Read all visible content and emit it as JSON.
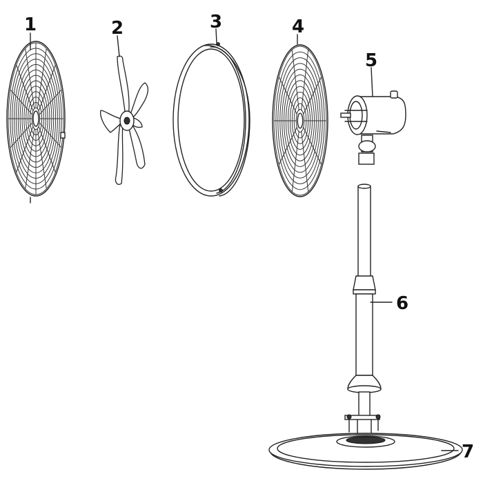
{
  "parts": [
    {
      "number": "1",
      "icon": "front-grille-icon"
    },
    {
      "number": "2",
      "icon": "fan-blade-icon"
    },
    {
      "number": "3",
      "icon": "grille-ring-icon"
    },
    {
      "number": "4",
      "icon": "rear-grille-icon"
    },
    {
      "number": "5",
      "icon": "motor-housing-icon"
    },
    {
      "number": "6",
      "icon": "telescopic-pole-icon"
    },
    {
      "number": "7",
      "icon": "round-base-icon"
    }
  ]
}
